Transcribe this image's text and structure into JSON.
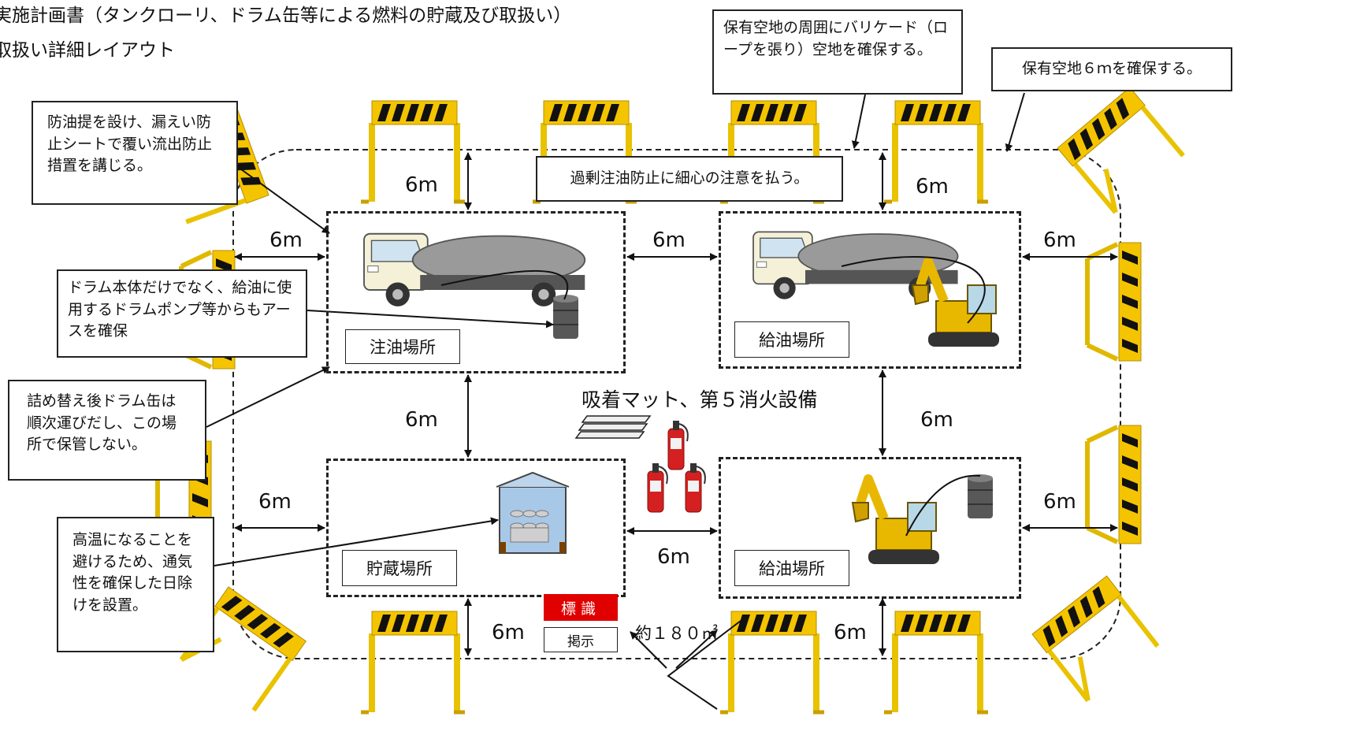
{
  "title": {
    "line1": "実施計画書（タンクローリ、ドラム缶等による燃料の貯蔵及び取扱い）",
    "line2": "取扱い詳細レイアウト"
  },
  "callouts": {
    "barricade": "保有空地の周囲にバリケード（ロープを張り）空地を確保する。",
    "clearance": "保有空地６ｍを確保する。",
    "dike": "防油提を設け、漏えい防止シートで覆い流出防止措置を講じる。",
    "earth": "ドラム本体だけでなく、給油に使用するドラムポンプ等からもアースを確保",
    "storage": "詰め替え後ドラム缶は順次運びだし、この場所で保管しない。",
    "shade": "高温になることを避けるため、通気性を確保した日除けを設置。",
    "overfill": "過剰注油防止に細心の注意を払う。"
  },
  "zones": {
    "filling": "注油場所",
    "fueling_top": "給油場所",
    "storage": "貯蔵場所",
    "fueling_bottom": "給油場所"
  },
  "equipment_label": "吸着マット、第５消火設備",
  "distance_label": "6m",
  "area_label": "約１８０㎡",
  "sign": {
    "top": "標識",
    "bottom": "掲示"
  },
  "colors": {
    "sign_red": "#e00000",
    "barricade_yellow": "#f5c400",
    "barricade_black": "#111111",
    "truck_body": "#f4f1d8",
    "tank_gray": "#8a8a8a",
    "excavator_yellow": "#e8b800",
    "extinguisher_red": "#d42020"
  }
}
